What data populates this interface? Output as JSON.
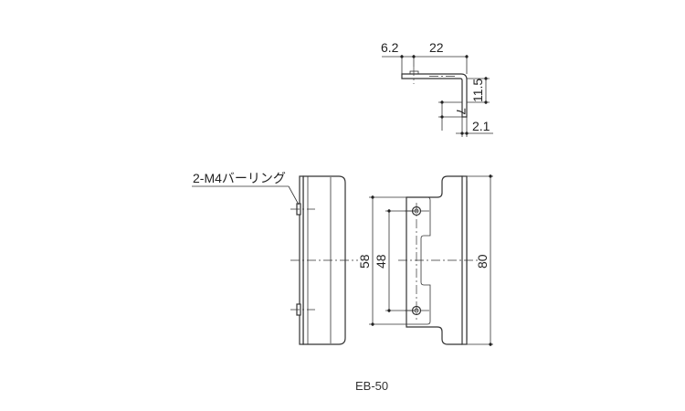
{
  "top_view": {
    "dims": {
      "d1": "6.2",
      "d2": "22",
      "d3": "11.5",
      "d4": "7",
      "d5": "2.1"
    }
  },
  "side_view": {
    "callout": "2-M4バーリング"
  },
  "front_view": {
    "dims": {
      "d58": "58",
      "d48": "48",
      "d80": "80"
    }
  },
  "caption": "EB-50"
}
